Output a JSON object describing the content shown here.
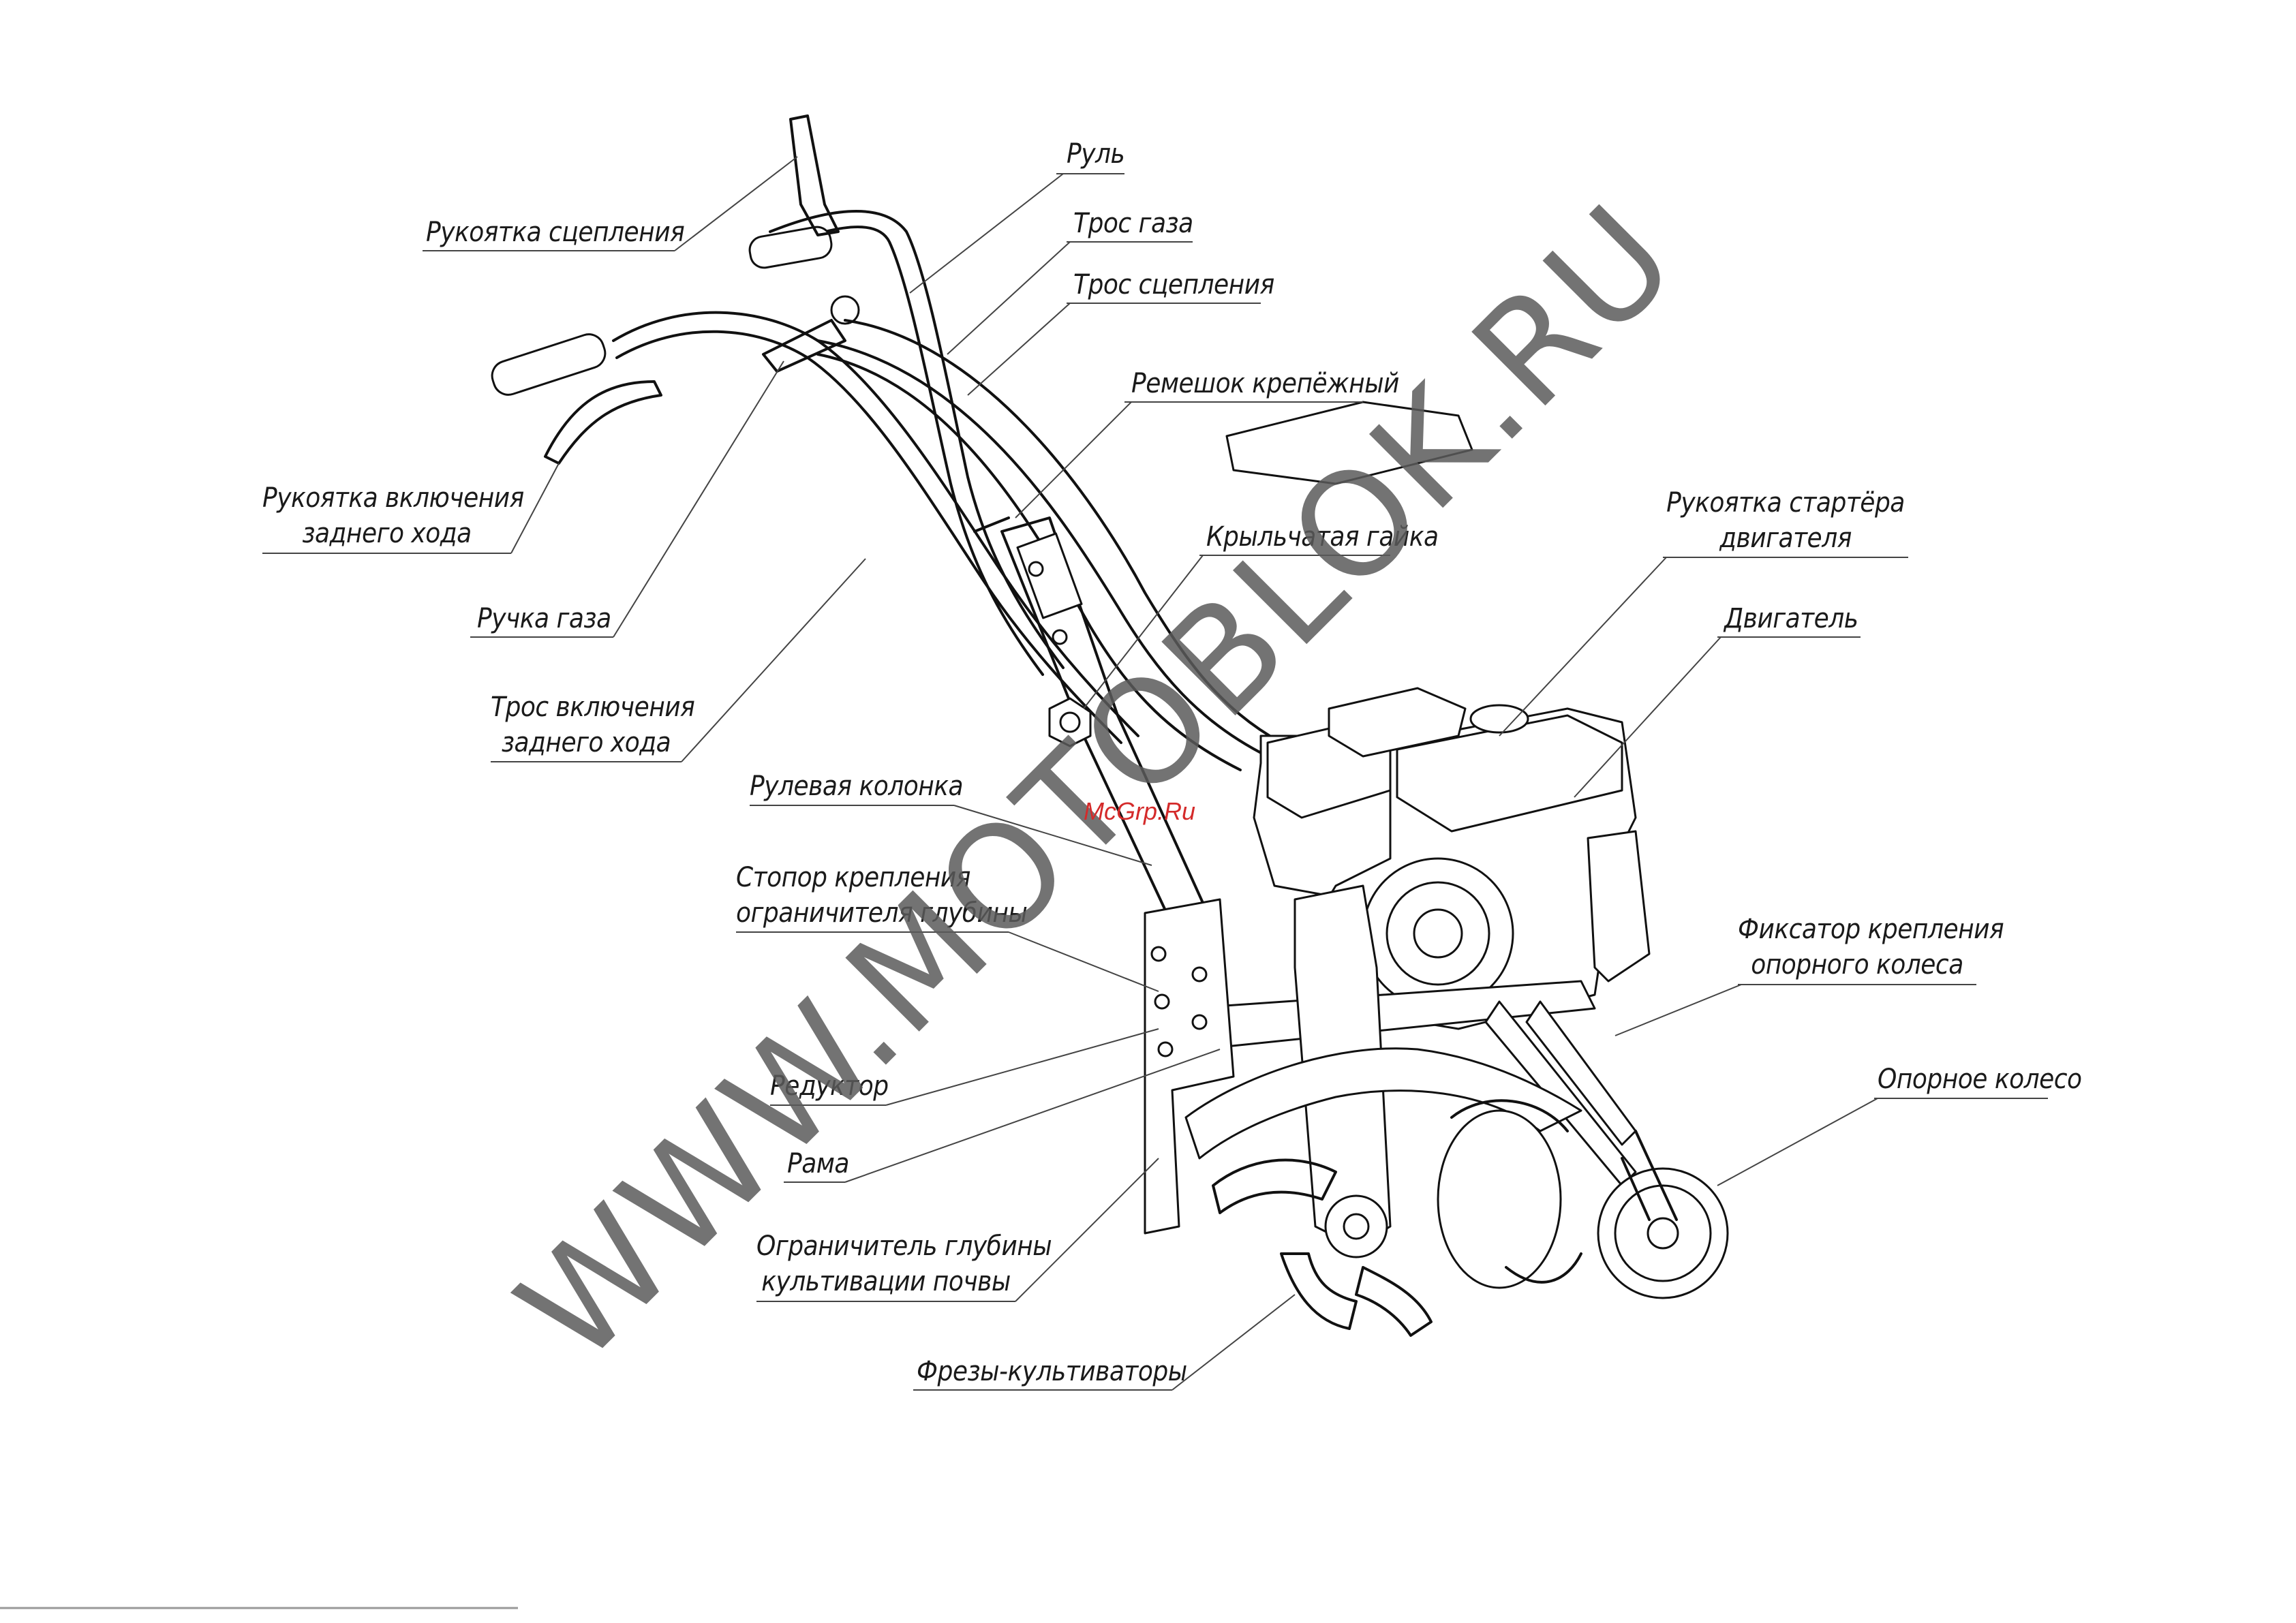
{
  "labels": {
    "rul": "Руль",
    "ruk_scepl": "Рукоятка сцепления",
    "tros_gaza": "Трос газа",
    "tros_scepl": "Трос сцепления",
    "remeshok": "Ремешок крепёжный",
    "ruk_zad_1": "Рукоятка включения",
    "ruk_zad_2": "заднего хода",
    "ruk_starter_1": "Рукоятка стартёра",
    "ruk_starter_2": "двигателя",
    "krylch_gaika": "Крыльчатая гайка",
    "ruchka_gaza": "Ручка газа",
    "dvigatel": "Двигатель",
    "tros_zad_1": "Трос включения",
    "tros_zad_2": "заднего хода",
    "rul_kolonka": "Рулевая колонка",
    "stopor_1": "Стопор крепления",
    "stopor_2": "ограничителя глубины",
    "fiksator_1": "Фиксатор крепления",
    "fiksator_2": "опорного колеса",
    "reduktor": "Редуктор",
    "opor_koleso": "Опорное колесо",
    "rama": "Рама",
    "ogranichitel_1": "Ограничитель глубины",
    "ogranichitel_2": "культивации почвы",
    "frezy": "Фрезы-культиваторы"
  },
  "watermark": "WWW.MOTOBLOK.RU",
  "source_mark": "McGrp.Ru"
}
